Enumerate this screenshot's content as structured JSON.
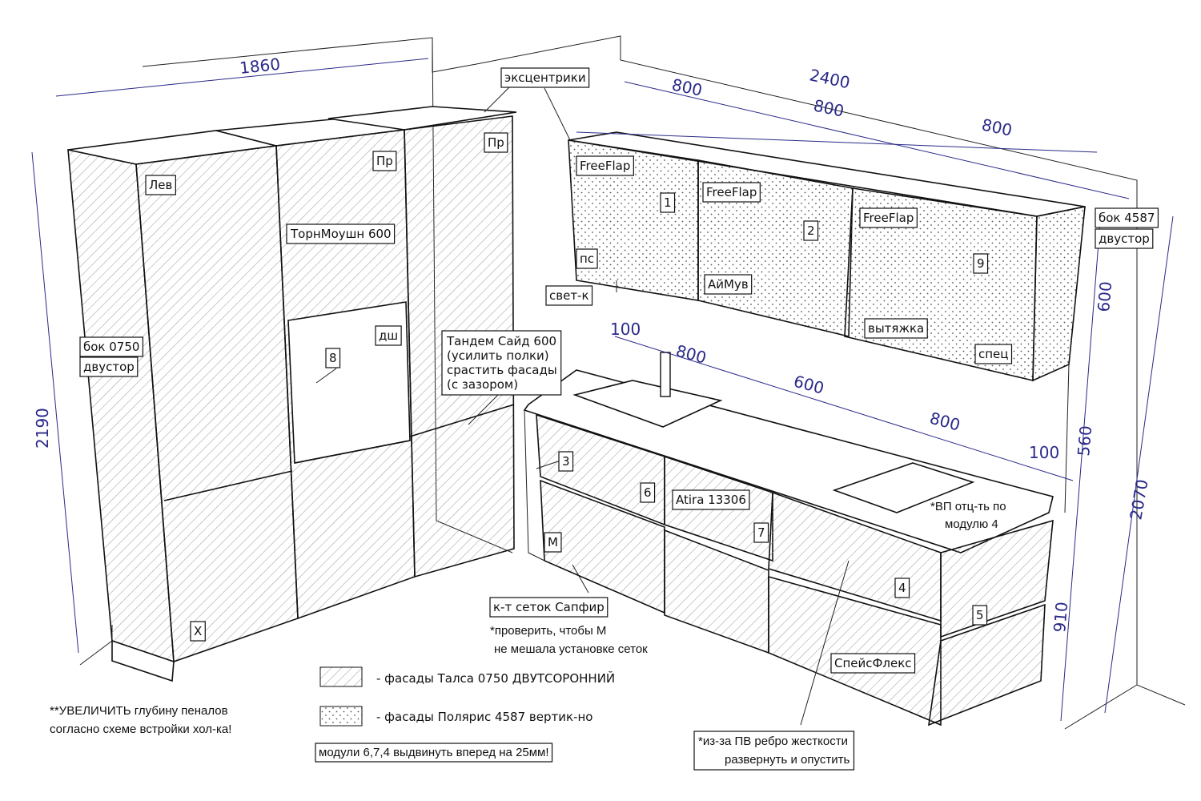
{
  "dimensions": {
    "left_width": "1860",
    "right_width": "2400",
    "upper_modules": [
      "800",
      "800",
      "800"
    ],
    "base_modules": [
      "100",
      "800",
      "600",
      "800",
      "100"
    ],
    "left_height": "2190",
    "right_height": "2070",
    "upper_height": "600",
    "gap_height": "560",
    "base_height": "910"
  },
  "labels": {
    "eccentrics": "эксцентрики",
    "lev": "Лев",
    "pr1": "Пр",
    "pr2": "Пр",
    "tornmotion": "ТорнМоушн 600",
    "dsh": "дш",
    "module8": "8",
    "side_left_1": "бок 0750",
    "side_left_2": "двустор",
    "x_mark": "X",
    "tandem": [
      "Тандем Сайд 600",
      "(усилить полки)",
      "срастить фасады",
      "(с зазором)"
    ],
    "freeflap1": "FreeFlap",
    "freeflap2": "FreeFlap",
    "freeflap3": "FreeFlap",
    "module1": "1",
    "module2": "2",
    "module9": "9",
    "ps": "пс",
    "svetk": "свет-к",
    "aymuv": "АйМув",
    "hood": "вытяжка",
    "spec": "спец",
    "side_right_1": "бок 4587",
    "side_right_2": "двустор",
    "module3": "3",
    "module6": "6",
    "module7": "7",
    "module4": "4",
    "module5": "5",
    "m_mark": "М",
    "atira": "Atira 13306",
    "sapfir": "к-т сеток Сапфир",
    "spaceflex": "СпейсФлекс",
    "vp_note": [
      "*ВП отц-ть по",
      "модулю 4"
    ]
  },
  "notes": {
    "check": [
      "*проверить, чтобы М",
      "не мешала установке сеток"
    ],
    "increase": [
      "**УВЕЛИЧИТЬ глубину пеналов",
      "согласно схеме встройки хол-ка!"
    ],
    "rib": [
      "*из-за ПВ ребро жесткости",
      "развернуть и опустить"
    ],
    "shift": "модули 6,7,4 выдвинуть вперед на 25мм!"
  },
  "legend": [
    {
      "pattern": "hatch",
      "text": "- фасады Талса 0750 ДВУТСОРОННИЙ"
    },
    {
      "pattern": "dots",
      "text": "- фасады Полярис 4587 вертик-но"
    }
  ]
}
